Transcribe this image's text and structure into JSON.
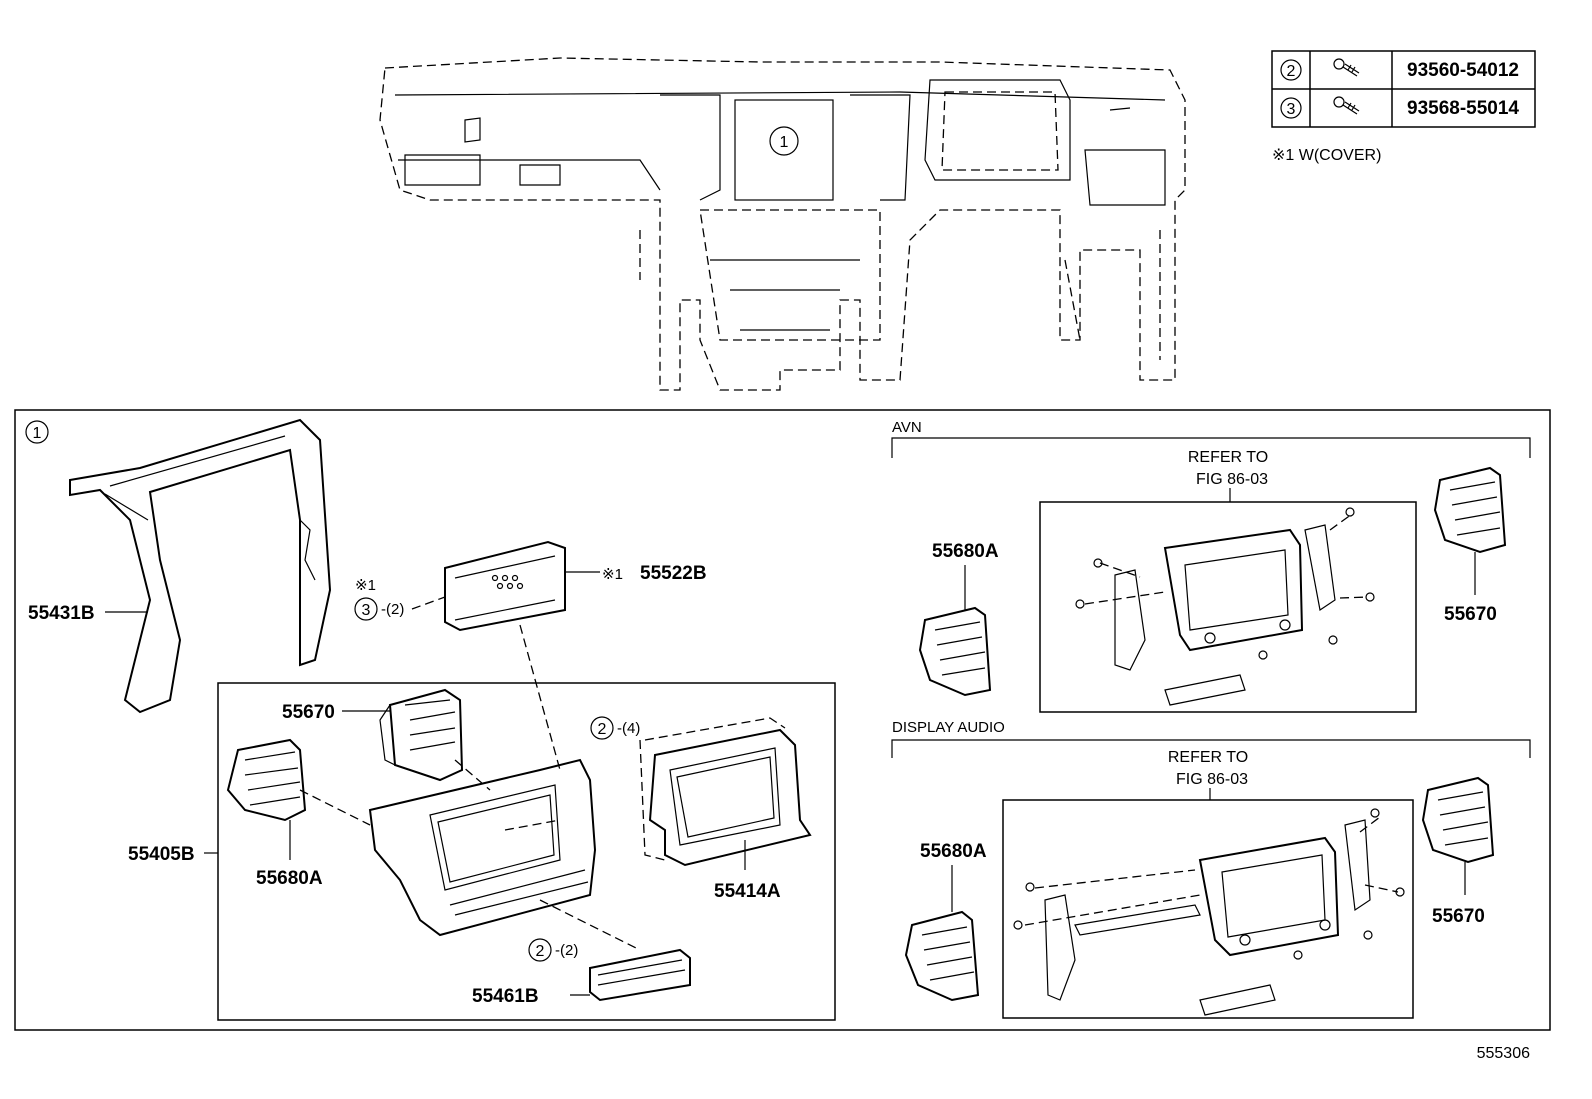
{
  "fastener_table": [
    {
      "ref": "2",
      "part_no": "93560-54012"
    },
    {
      "ref": "3",
      "part_no": "93568-55014"
    }
  ],
  "footnote": "※1 W(COVER)",
  "sections": {
    "main_ref": "1",
    "avn": {
      "title": "AVN",
      "refer_line1": "REFER TO",
      "refer_line2": "FIG 86-03",
      "left_part": "55680A",
      "right_part": "55670"
    },
    "display_audio": {
      "title": "DISPLAY AUDIO",
      "refer_line1": "REFER TO",
      "refer_line2": "FIG 86-03",
      "left_part": "55680A",
      "right_part": "55670"
    }
  },
  "parts": {
    "p55431B": "55431B",
    "p55522B": "55522B",
    "p55522B_mark": "※1",
    "p55670": "55670",
    "p55405B": "55405B",
    "p55680A": "55680A",
    "p55414A": "55414A",
    "p55461B": "55461B"
  },
  "callouts": {
    "screw3_mark": "※1",
    "screw3_ref": "3",
    "screw3_qty": "-(2)",
    "screw2a_ref": "2",
    "screw2a_qty": "-(4)",
    "screw2b_ref": "2",
    "screw2b_qty": "-(2)",
    "dash_ref": "1"
  },
  "figure_id": "555306"
}
